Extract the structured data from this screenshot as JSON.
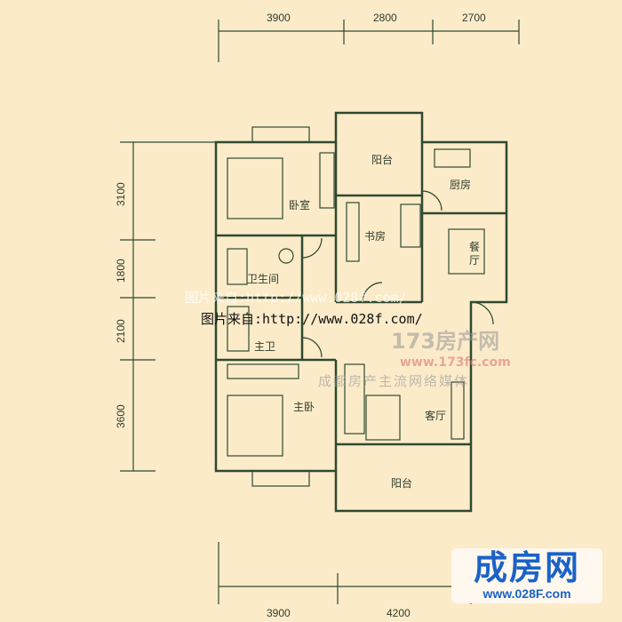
{
  "dimensions": {
    "top": [
      "3900",
      "2800",
      "2700"
    ],
    "left": [
      "3100",
      "1800",
      "2100",
      "3600"
    ],
    "bottom": [
      "3900",
      "4200"
    ]
  },
  "rooms": {
    "bedroom": "卧室",
    "balcony_top": "阳台",
    "kitchen": "厨房",
    "study": "书房",
    "dining": "餐厅",
    "bathroom": "卫生间",
    "master_bath": "主卫",
    "master_bedroom": "主卧",
    "living": "客厅",
    "balcony_bottom": "阳台"
  },
  "watermarks": {
    "source": "图片来自:http://www.028f.com/",
    "site_173": "173房产网",
    "site_173_url": "www.173fc.com",
    "slogan": "成都房产主流网络媒体"
  },
  "logo": {
    "name": "成房网",
    "url": "www.028F.com"
  },
  "colors": {
    "background": "#fcebc9",
    "line": "#2e4a30",
    "logo_blue": "#1b62c8"
  }
}
